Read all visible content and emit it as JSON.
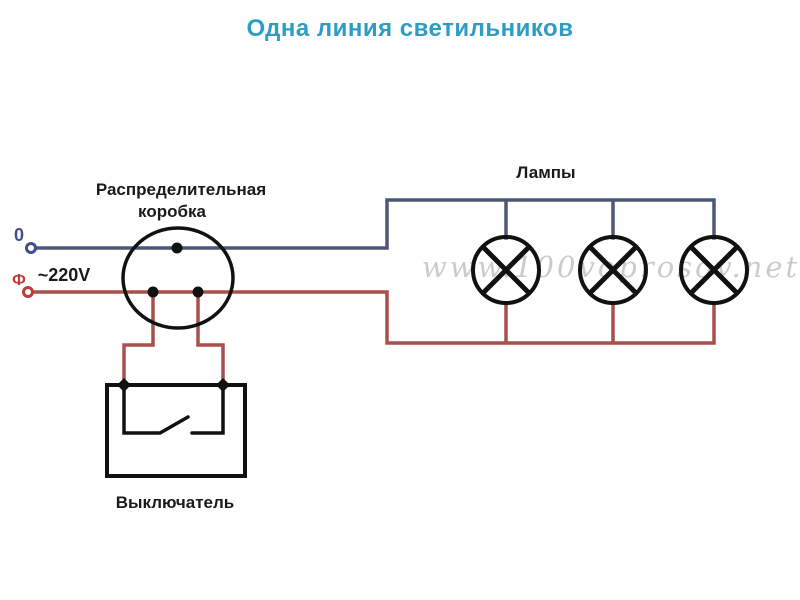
{
  "title": "Одна линия светильников",
  "diagram": {
    "distribution_box_label_line1": "Распределительная",
    "distribution_box_label_line2": "коробка",
    "lamps_label": "Лампы",
    "switch_label": "Выключатель",
    "neutral_label": "0",
    "phase_label": "Ф",
    "voltage_label": "~220V",
    "lamp_count": "3"
  },
  "watermark": "www.100voprosov.net",
  "colors": {
    "title": "#2e9dc6",
    "text": "#1a1a1a",
    "symbol": "#111111",
    "neutral_wire": "#4d5878",
    "phase_wire": "#a9504d",
    "neutral_terminal": "#3f4f8e",
    "phase_terminal": "#c03a38",
    "watermark": "#8e8e8e"
  }
}
